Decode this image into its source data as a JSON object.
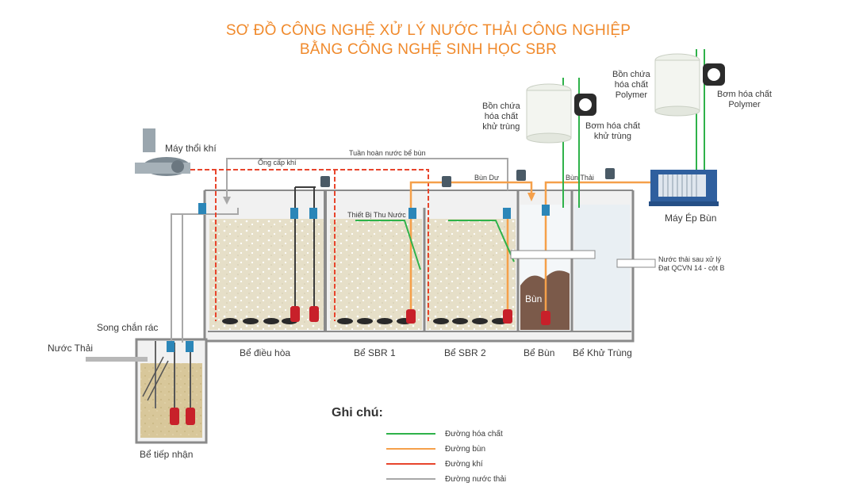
{
  "title": {
    "line1": "SƠ ĐỒ CÔNG NGHỆ XỬ LÝ NƯỚC THẢI CÔNG NGHIỆP",
    "line2": "BẰNG CÔNG NGHỆ SINH HỌC SBR"
  },
  "labels": {
    "blower": "Máy thổi khí",
    "air_pipe": "Ống cấp khí",
    "sludge_recirc": "Tuần hoàn nước bể bùn",
    "decanter": "Thiết Bị Thu Nước",
    "excess_sludge": "Bùn Dư",
    "waste_sludge": "Bùn Thải",
    "screen": "Song chắn rác",
    "wastewater_in": "Nước Thải",
    "treated_out": "Nước thải sau xử lý\nĐạt QCVN 14 - cột B",
    "sludge_in_tank": "Bùn",
    "disinfect_tank": "Bồn chứa\nhóa chất\nkhử trùng",
    "disinfect_pump": "Bơm hóa chất\nkhử trùng",
    "polymer_tank": "Bồn chứa\nhóa chất\nPolymer",
    "polymer_pump": "Bơm hóa chất\nPolymer",
    "filter_press": "Máy Ép Bùn"
  },
  "tanks": {
    "equalization": "Bể điều hòa",
    "sbr1": "Bể SBR 1",
    "sbr2": "Bể SBR 2",
    "sludge": "Bể Bùn",
    "disinfection": "Bể Khử Trùng",
    "receiving": "Bể tiếp nhận"
  },
  "legend": {
    "title": "Ghi chú:",
    "items": [
      {
        "label": "Đường hóa chất",
        "color": "#2fb24a"
      },
      {
        "label": "Đường bùn",
        "color": "#f5a04a"
      },
      {
        "label": "Đường khí",
        "color": "#e8452c"
      },
      {
        "label": "Đường nước thải",
        "color": "#a8a8a8"
      }
    ]
  },
  "colors": {
    "title": "#f08a2c",
    "tank_wall": "#8a8a8a",
    "water_fill": "#e4ddc6",
    "sludge_fill": "#7b5a4a",
    "pump_red": "#c8202a",
    "valve_blue": "#2b86b8"
  }
}
